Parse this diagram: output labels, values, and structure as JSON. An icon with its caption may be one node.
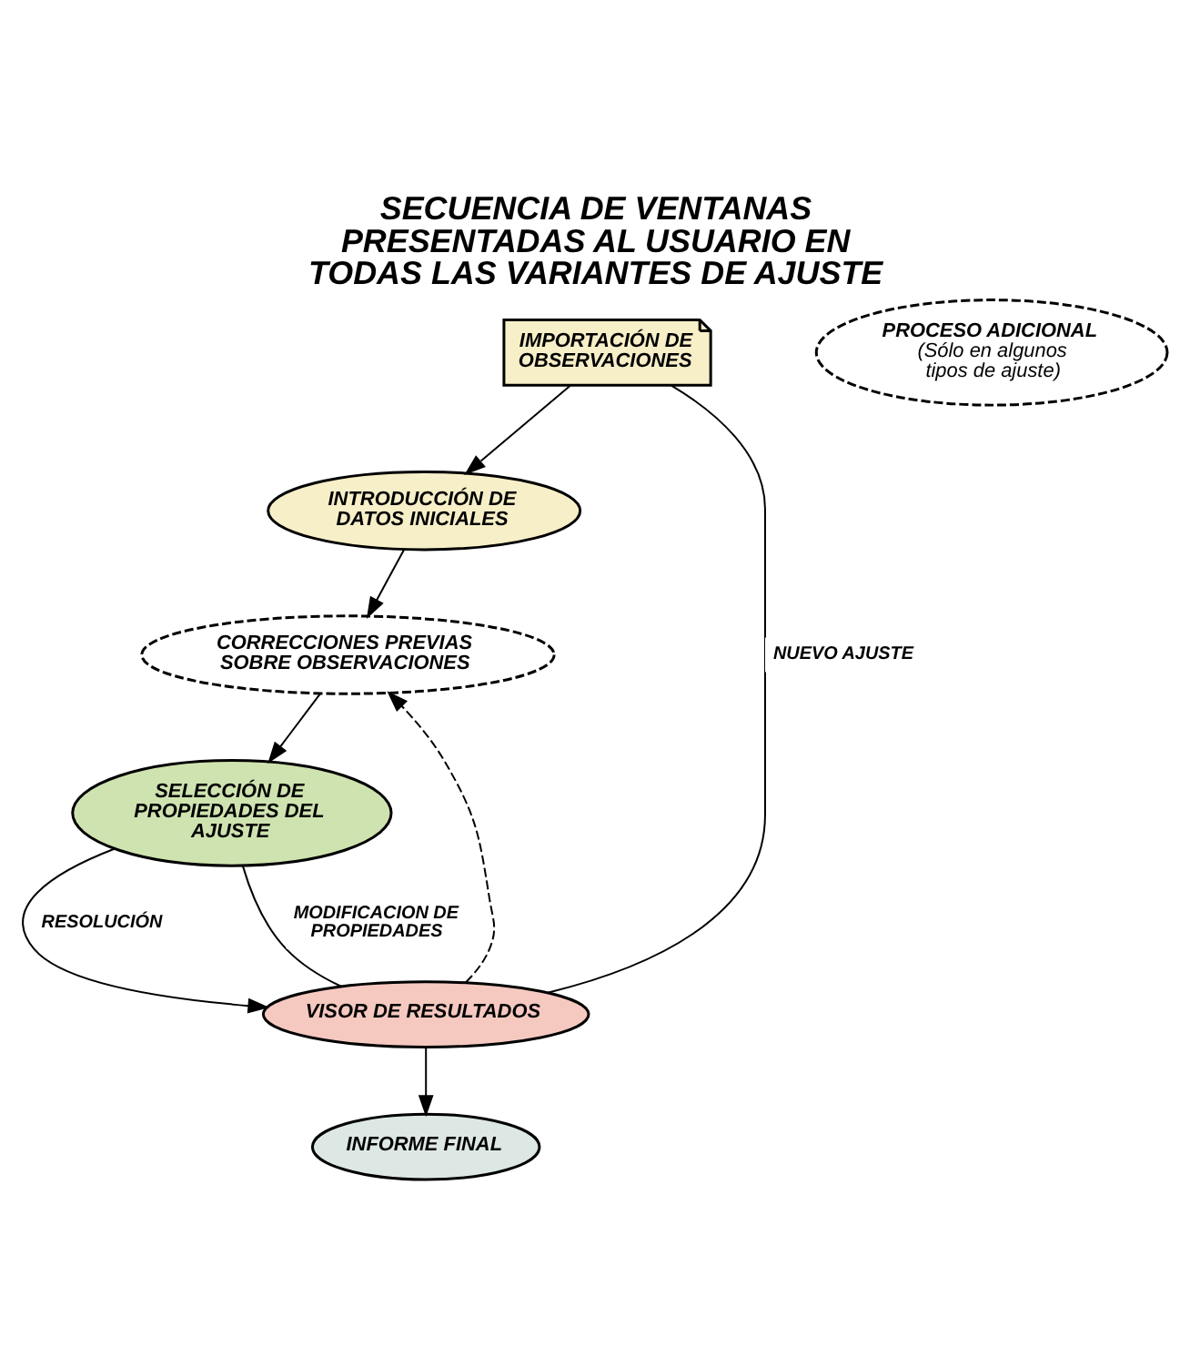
{
  "diagram": {
    "title": "SECUENCIA DE VENTANAS PRESENTADAS AL USUARIO EN TODAS LAS VARIANTES DE AJUSTE",
    "nodes": [
      {
        "text": [
          "IMPORTACIÓN DE OBSERVACIONES"
        ]
      },
      {
        "text": [
          "INTRODUCCIÓN DE DATOS INICIALES"
        ]
      },
      {
        "text": [
          "CORRECCIONES PREVIAS SOBRE OBSERVACIONES"
        ]
      },
      {
        "text": [
          "SELECCIÓN DE PROPIEDADES DEL AJUSTE"
        ]
      },
      {
        "text": [
          "VISOR DE RESULTADOS"
        ]
      },
      {
        "text": [
          "INFORME FINAL"
        ]
      },
      {
        "text": [
          "PROCESO ADICIONAL",
          "(Sólo en algunos tipos de ajuste)"
        ]
      }
    ],
    "edges": [
      {
        "from": 0,
        "to": 1,
        "arrow": "to"
      },
      {
        "from": 1,
        "to": 2,
        "arrow": "to"
      },
      {
        "from": 2,
        "to": 3,
        "arrow": "to"
      },
      {
        "from": 3,
        "to": 4,
        "arrow": "to",
        "label": "RESOLUCIÓN"
      },
      {
        "from": 4,
        "to": 5,
        "arrow": "to"
      },
      {
        "from": 4,
        "to": 2,
        "arrow": "to",
        "style": "dashed"
      },
      {
        "from": 4,
        "to": 3,
        "arrow": "none",
        "label": "MODIFICACION DE PROPIEDADES"
      },
      {
        "from": 4,
        "to": 0,
        "arrow": "none",
        "label": "NUEVO AJUSTE"
      }
    ]
  }
}
